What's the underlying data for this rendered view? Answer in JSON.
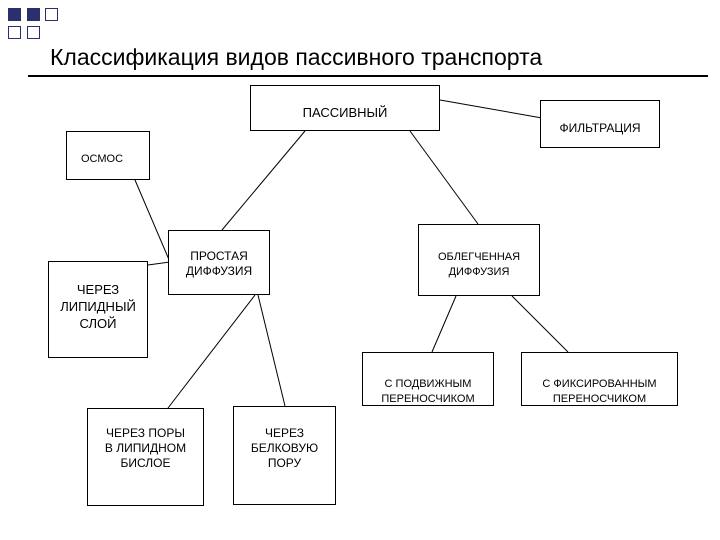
{
  "title": "Классификация видов пассивного транспорта",
  "nodes": {
    "passive": "ПАССИВНЫЙ",
    "filtration": "ФИЛЬТРАЦИЯ",
    "osmosis": "ОСМОС",
    "simple_diffusion": "ПРОСТАЯ\nДИФФУЗИЯ",
    "facilitated_diffusion": "ОБЛЕГЧЕННАЯ\nДИФФУЗИЯ",
    "through_lipid_layer": "ЧЕРЕЗ\nЛИПИДНЫЙ\nСЛОЙ",
    "mobile_carrier": "С ПОДВИЖНЫМ\nПЕРЕНОСЧИКОМ",
    "fixed_carrier": "С ФИКСИРОВАННЫМ\nПЕРЕНОСЧИКОМ",
    "through_bilayer_pores": "ЧЕРЕЗ ПОРЫ\nВ ЛИПИДНОМ\nБИСЛОЕ",
    "through_protein_pore": "ЧЕРЕЗ\nБЕЛКОВУЮ\nПОРУ"
  }
}
